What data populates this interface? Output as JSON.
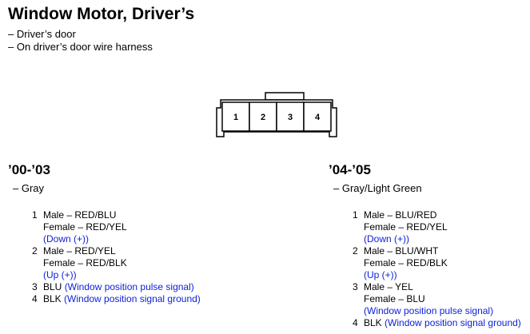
{
  "title": "Window Motor, Driver’s",
  "locations": [
    "– Driver’s door",
    "– On driver’s door wire harness"
  ],
  "connector": {
    "pins": [
      "1",
      "2",
      "3",
      "4"
    ]
  },
  "sections": [
    {
      "year": "’00-’03",
      "color": "– Gray",
      "pins": [
        {
          "num": "1",
          "lines": [
            {
              "text": "Male – RED/BLU",
              "blue": false
            },
            {
              "text": "Female – RED/YEL",
              "blue": false
            },
            {
              "text": "(Down (+))",
              "blue": true
            }
          ]
        },
        {
          "num": "2",
          "lines": [
            {
              "text": "Male – RED/YEL",
              "blue": false
            },
            {
              "text": "Female – RED/BLK",
              "blue": false
            },
            {
              "text": "(Up (+))",
              "blue": true
            }
          ]
        },
        {
          "num": "3",
          "inline": true,
          "text": "BLU",
          "desc": "(Window position pulse signal)"
        },
        {
          "num": "4",
          "inline": true,
          "text": "BLK",
          "desc": "(Window position signal ground)"
        }
      ]
    },
    {
      "year": "’04-’05",
      "color": "– Gray/Light Green",
      "pins": [
        {
          "num": "1",
          "lines": [
            {
              "text": "Male – BLU/RED",
              "blue": false
            },
            {
              "text": "Female – RED/YEL",
              "blue": false
            },
            {
              "text": "(Down (+))",
              "blue": true
            }
          ]
        },
        {
          "num": "2",
          "lines": [
            {
              "text": "Male – BLU/WHT",
              "blue": false
            },
            {
              "text": "Female – RED/BLK",
              "blue": false
            },
            {
              "text": "(Up (+))",
              "blue": true
            }
          ]
        },
        {
          "num": "3",
          "lines": [
            {
              "text": "Male – YEL",
              "blue": false
            },
            {
              "text": "Female – BLU",
              "blue": false
            },
            {
              "text": "(Window position pulse signal)",
              "blue": true
            }
          ]
        },
        {
          "num": "4",
          "inline": true,
          "text": "BLK",
          "desc": "(Window position signal ground)"
        }
      ]
    }
  ],
  "colors": {
    "description": "#0b1fd8",
    "text": "#000000"
  }
}
